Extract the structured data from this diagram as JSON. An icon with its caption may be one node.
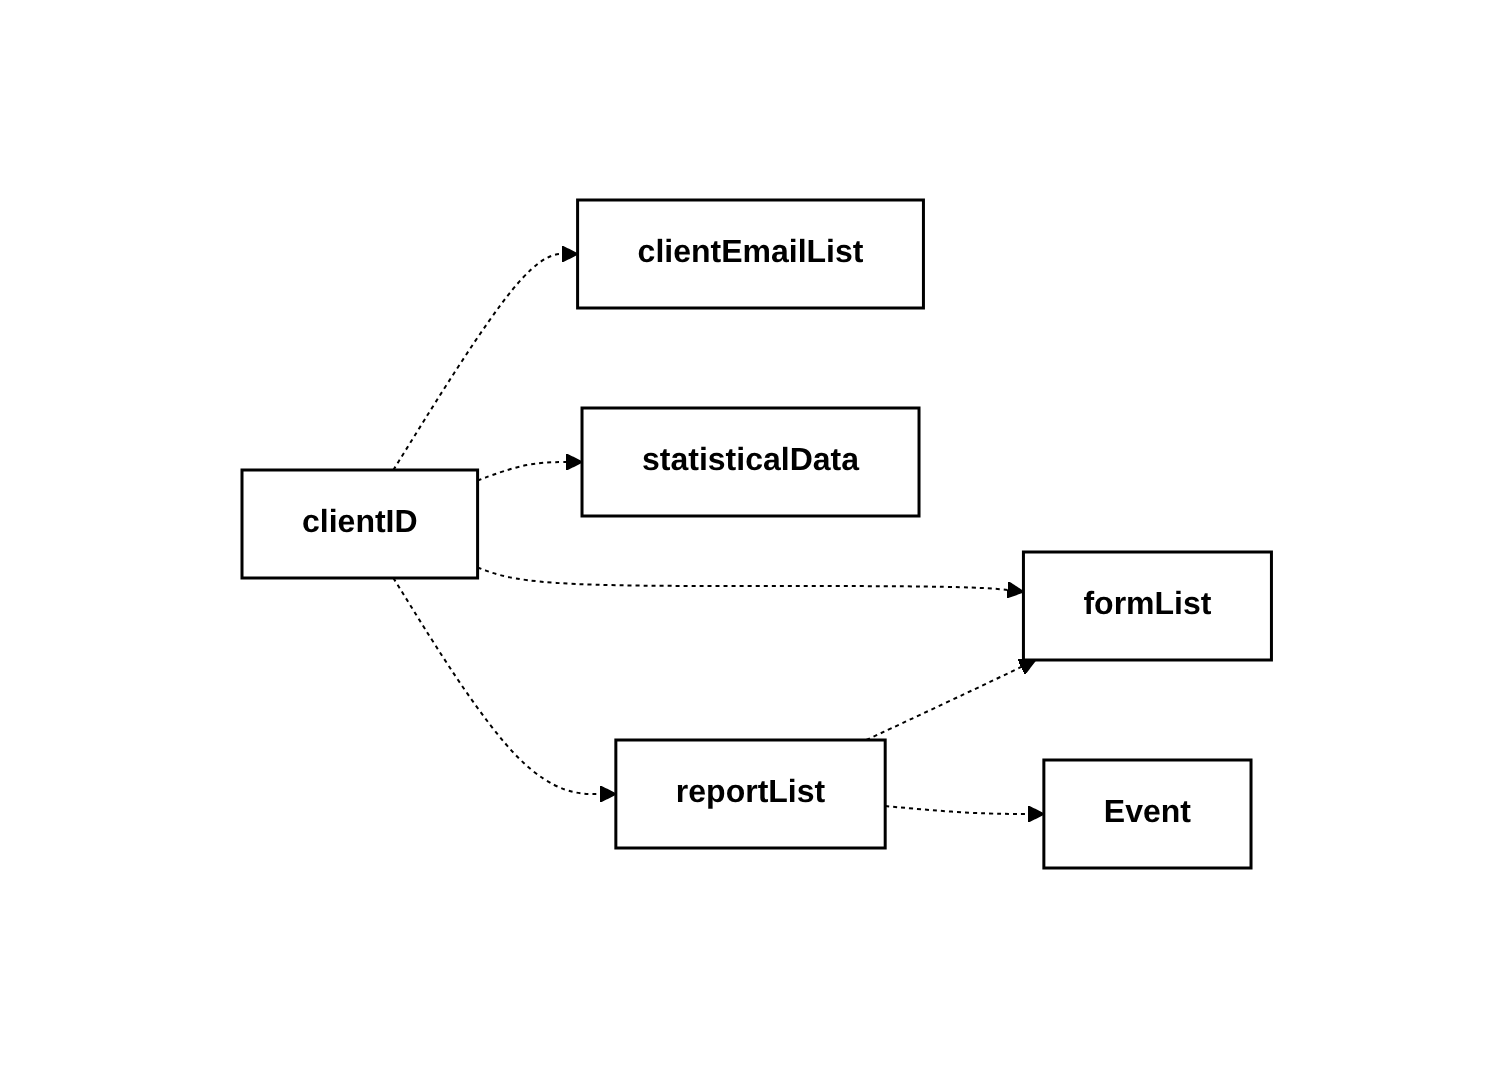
{
  "diagram": {
    "nodes": [
      {
        "text": [
          "clientEmailList"
        ]
      },
      {
        "text": [
          "formList"
        ]
      },
      {
        "text": [
          "statisticalData"
        ]
      },
      {
        "text": [
          "clientID"
        ]
      },
      {
        "text": [
          "reportList"
        ]
      },
      {
        "text": [
          "Event"
        ]
      }
    ],
    "edges": [
      {
        "from": 3,
        "to": 0,
        "arrow": "to",
        "style": "dashed"
      },
      {
        "from": 3,
        "to": 1,
        "arrow": "to",
        "style": "dashed"
      },
      {
        "from": 3,
        "to": 2,
        "arrow": "to",
        "style": "dashed"
      },
      {
        "from": 3,
        "to": 4,
        "arrow": "to",
        "style": "dashed"
      },
      {
        "from": 4,
        "to": 1,
        "arrow": "to",
        "style": "dashed"
      },
      {
        "from": 4,
        "to": 5,
        "arrow": "to",
        "style": "dashed"
      }
    ]
  }
}
